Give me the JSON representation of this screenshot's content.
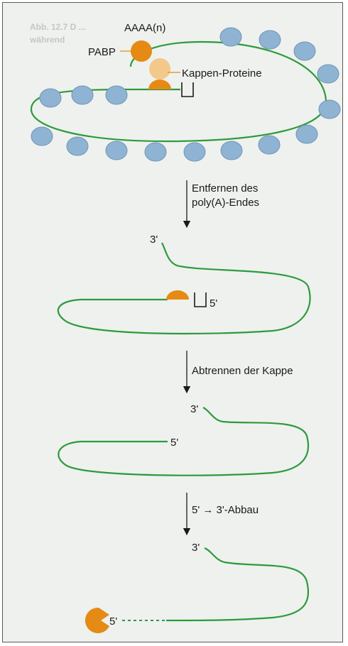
{
  "faint_caption": "Abb. 12.7   D                                    ...",
  "faint_caption_line2": "während",
  "labels": {
    "polyA": "AAAA(n)",
    "pabp": "PABP",
    "cap_proteins": "Kappen-Proteine",
    "step1_line1": "Entfernen des",
    "step1_line2": "poly(A)-Endes",
    "three_prime_a": "3'",
    "five_prime_a": "5'",
    "step2": "Abtrennen der Kappe",
    "three_prime_b": "3'",
    "five_prime_b": "5'",
    "step3": "5' → 3'-Abbau",
    "three_prime_c": "3'",
    "five_prime_c": "5'"
  },
  "colors": {
    "rna": "#2e9a3c",
    "ribosome": "#8fb3d3",
    "pabp": "#e58a14",
    "cap_protein": "#f2c98a"
  }
}
